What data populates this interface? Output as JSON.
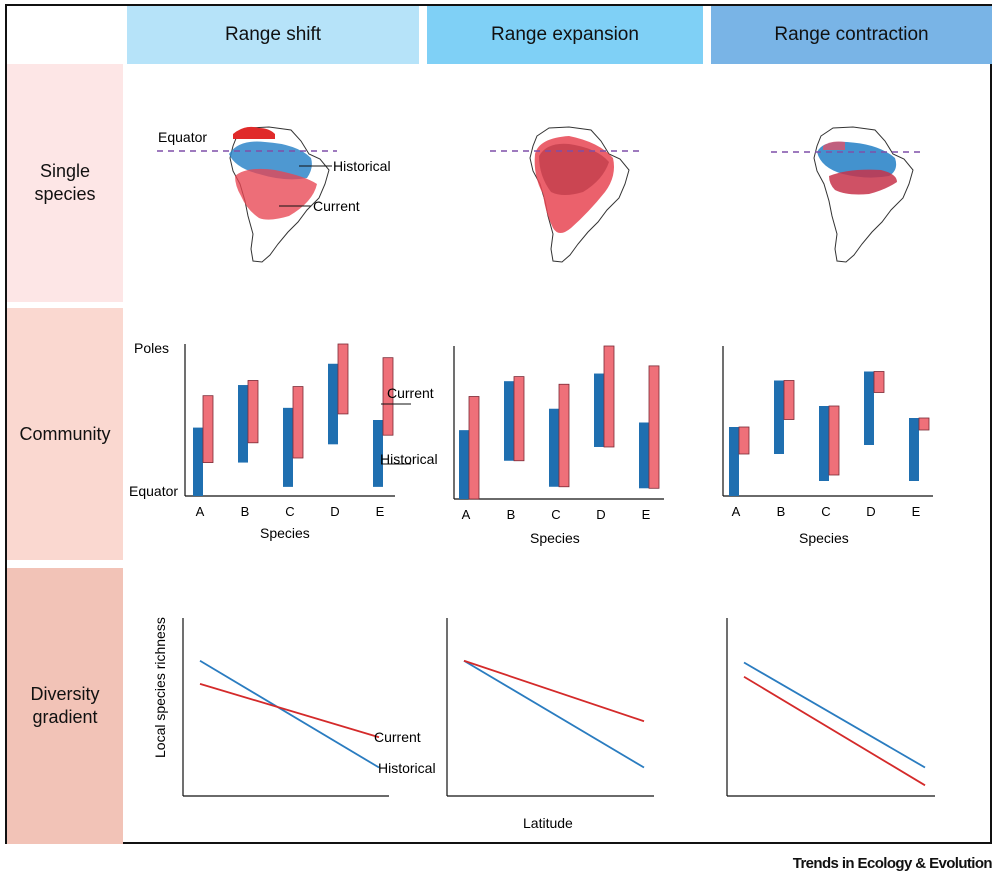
{
  "columns": [
    {
      "label": "Range shift",
      "color": "#b6e3f9"
    },
    {
      "label": "Range expansion",
      "color": "#7fd0f6"
    },
    {
      "label": "Range contraction",
      "color": "#79b4e6"
    }
  ],
  "rows": [
    {
      "label": "Single\nspecies",
      "color": "#fde6e6"
    },
    {
      "label": "Community",
      "color": "#fad8d0"
    },
    {
      "label": "Diversity\ngradient",
      "color": "#f2c3b7"
    }
  ],
  "map_labels": {
    "equator": "Equator",
    "historical": "Historical",
    "current": "Current"
  },
  "colors": {
    "historical": "#1f6fb0",
    "current": "#ef7079",
    "historical_line": "#2a7cc0",
    "current_line": "#d42a2a",
    "equator_line": "#7f4fa8"
  },
  "community": {
    "y_top": "Poles",
    "y_bottom": "Equator",
    "x_label": "Species",
    "legend_current": "Current",
    "legend_historical": "Historical"
  },
  "diversity": {
    "y_label": "Local species richness",
    "x_label": "Latitude",
    "legend_current": "Current",
    "legend_historical": "Historical"
  },
  "chart_data": [
    {
      "type": "bar",
      "title": "Range shift — Community",
      "categories": [
        "A",
        "B",
        "C",
        "D",
        "E"
      ],
      "series": [
        {
          "name": "Historical",
          "ranges": [
            [
              0,
              0.45
            ],
            [
              0.22,
              0.73
            ],
            [
              0.06,
              0.58
            ],
            [
              0.34,
              0.87
            ],
            [
              0.06,
              0.5
            ]
          ]
        },
        {
          "name": "Current",
          "ranges": [
            [
              0.22,
              0.66
            ],
            [
              0.35,
              0.76
            ],
            [
              0.25,
              0.72
            ],
            [
              0.54,
              1.0
            ],
            [
              0.4,
              0.91
            ]
          ]
        }
      ],
      "ylim": [
        0,
        1
      ]
    },
    {
      "type": "bar",
      "title": "Range expansion — Community",
      "categories": [
        "A",
        "B",
        "C",
        "D",
        "E"
      ],
      "series": [
        {
          "name": "Historical",
          "ranges": [
            [
              0.0,
              0.45
            ],
            [
              0.25,
              0.77
            ],
            [
              0.08,
              0.59
            ],
            [
              0.34,
              0.82
            ],
            [
              0.07,
              0.5
            ]
          ]
        },
        {
          "name": "Current",
          "ranges": [
            [
              0.0,
              0.67
            ],
            [
              0.25,
              0.8
            ],
            [
              0.08,
              0.75
            ],
            [
              0.34,
              1.0
            ],
            [
              0.07,
              0.87
            ]
          ]
        }
      ],
      "ylim": [
        0,
        1
      ]
    },
    {
      "type": "bar",
      "title": "Range contraction — Community",
      "categories": [
        "A",
        "B",
        "C",
        "D",
        "E"
      ],
      "series": [
        {
          "name": "Historical",
          "ranges": [
            [
              0.0,
              0.46
            ],
            [
              0.28,
              0.77
            ],
            [
              0.1,
              0.6
            ],
            [
              0.34,
              0.83
            ],
            [
              0.1,
              0.52
            ]
          ]
        },
        {
          "name": "Current",
          "ranges": [
            [
              0.28,
              0.46
            ],
            [
              0.51,
              0.77
            ],
            [
              0.14,
              0.6
            ],
            [
              0.69,
              0.83
            ],
            [
              0.44,
              0.52
            ]
          ]
        }
      ],
      "ylim": [
        0,
        1
      ]
    },
    {
      "type": "line",
      "title": "Range shift — Diversity gradient",
      "x": [
        0,
        1
      ],
      "series": [
        {
          "name": "Historical",
          "values": [
            0.76,
            0.16
          ]
        },
        {
          "name": "Current",
          "values": [
            0.63,
            0.33
          ]
        }
      ],
      "xlabel": "",
      "ylabel": "Local species richness",
      "ylim": [
        0,
        1
      ]
    },
    {
      "type": "line",
      "title": "Range expansion — Diversity gradient",
      "x": [
        0,
        1
      ],
      "series": [
        {
          "name": "Historical",
          "values": [
            0.76,
            0.16
          ]
        },
        {
          "name": "Current",
          "values": [
            0.76,
            0.42
          ]
        }
      ],
      "xlabel": "Latitude",
      "ylabel": "",
      "ylim": [
        0,
        1
      ]
    },
    {
      "type": "line",
      "title": "Range contraction — Diversity gradient",
      "x": [
        0,
        1
      ],
      "series": [
        {
          "name": "Historical",
          "values": [
            0.75,
            0.16
          ]
        },
        {
          "name": "Current",
          "values": [
            0.67,
            0.06
          ]
        }
      ],
      "xlabel": "",
      "ylabel": "",
      "ylim": [
        0,
        1
      ]
    }
  ],
  "credit": "Trends in Ecology & Evolution"
}
